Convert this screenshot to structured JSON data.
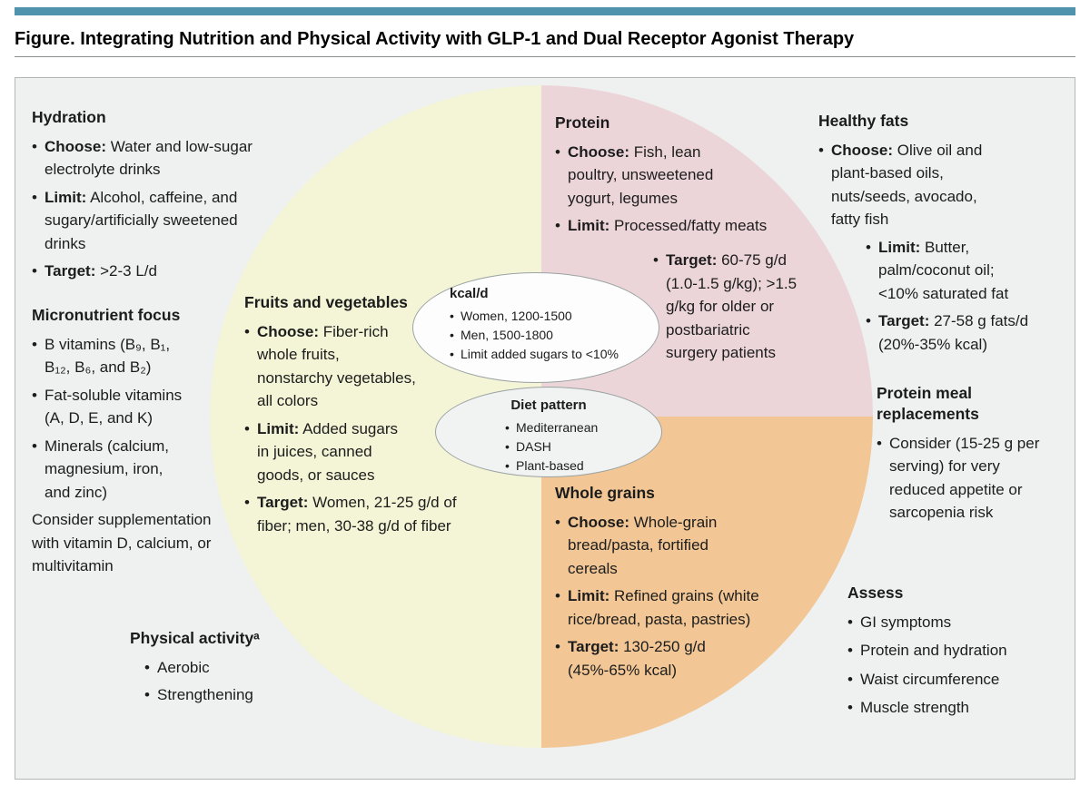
{
  "title": "Figure. Integrating Nutrition and Physical Activity with GLP-1 and Dual Receptor Agonist Therapy",
  "colors": {
    "top_bar": "#4f93ad",
    "panel_bg": "#eef1f0",
    "fruits_vegetables_half": "#f4f4d6",
    "protein_quadrant": "#ecd5d9",
    "whole_grains_quadrant": "#f2c795"
  },
  "left_column": {
    "hydration": {
      "heading": "Hydration",
      "bullets": [
        {
          "bold": "Choose:",
          "text": "Water and low-sugar electrolyte drinks"
        },
        {
          "bold": "Limit:",
          "text": "Alcohol, caffeine, and sugary/artificially sweetened drinks"
        },
        {
          "bold": "Target:",
          "text": ">2-3 L/d"
        }
      ]
    },
    "micronutrient_focus": {
      "heading": "Micronutrient focus",
      "bullets": [
        {
          "text": "B vitamins (B₉, B₁, B₁₂, B₆, and B₂)"
        },
        {
          "text": "Fat-soluble vitamins (A, D, E, and K)"
        },
        {
          "text": "Minerals (calcium, magnesium, iron, and zinc)"
        }
      ],
      "note": "Consider supplementation with vitamin D, calcium, or multivitamin"
    },
    "physical_activity": {
      "heading": "Physical activityᵃ",
      "bullets": [
        {
          "text": "Aerobic"
        },
        {
          "text": "Strengthening"
        }
      ]
    }
  },
  "circle": {
    "fruits_vegetables": {
      "heading": "Fruits and vegetables",
      "bullets": [
        {
          "bold": "Choose:",
          "text": "Fiber-rich whole fruits, nonstarchy vegetables, all colors"
        },
        {
          "bold": "Limit:",
          "text": "Added sugars in juices, canned goods, or sauces"
        },
        {
          "bold": "Target:",
          "text": "Women, 21-25 g/d of fiber; men, 30-38 g/d of fiber"
        }
      ]
    },
    "protein": {
      "heading": "Protein",
      "bullets": [
        {
          "bold": "Choose:",
          "text": "Fish, lean poultry, unsweetened yogurt, legumes"
        },
        {
          "bold": "Limit:",
          "text": "Processed/fatty meats"
        }
      ],
      "target_bullets": [
        {
          "bold": "Target:",
          "text": "60-75 g/d (1.0-1.5 g/kg); >1.5 g/kg for older or postbariatric surgery patients"
        }
      ]
    },
    "whole_grains": {
      "heading": "Whole grains",
      "bullets": [
        {
          "bold": "Choose:",
          "text": "Whole-grain bread/pasta, fortified cereals"
        },
        {
          "bold": "Limit:",
          "text": "Refined grains (white rice/bread, pasta, pastries)"
        },
        {
          "bold": "Target:",
          "text": "130-250 g/d (45%-65% kcal)"
        }
      ]
    },
    "kcal": {
      "heading": "kcal/d",
      "bullets": [
        {
          "text": "Women, 1200-1500"
        },
        {
          "text": "Men, 1500-1800"
        },
        {
          "text": "Limit added sugars to <10%"
        }
      ]
    },
    "diet_pattern": {
      "heading": "Diet pattern",
      "bullets": [
        {
          "text": "Mediterranean"
        },
        {
          "text": "DASH"
        },
        {
          "text": "Plant-based"
        }
      ]
    }
  },
  "right_column": {
    "healthy_fats": {
      "heading": "Healthy fats",
      "bullets": [
        {
          "bold": "Choose:",
          "text": "Olive oil and plant-based oils, nuts/seeds, avocado, fatty fish"
        }
      ],
      "indented_bullets": [
        {
          "bold": "Limit:",
          "text": "Butter, palm/coconut oil; <10% saturated fat"
        },
        {
          "bold": "Target:",
          "text": "27-58 g fats/d (20%-35% kcal)"
        }
      ]
    },
    "protein_meal_replacements": {
      "heading": "Protein meal replacements",
      "bullets": [
        {
          "text": "Consider (15-25 g per serving) for very reduced appetite or sarcopenia risk"
        }
      ]
    },
    "assess": {
      "heading": "Assess",
      "bullets": [
        {
          "text": "GI symptoms"
        },
        {
          "text": "Protein and hydration"
        },
        {
          "text": "Waist circumference"
        },
        {
          "text": "Muscle strength"
        }
      ]
    }
  }
}
